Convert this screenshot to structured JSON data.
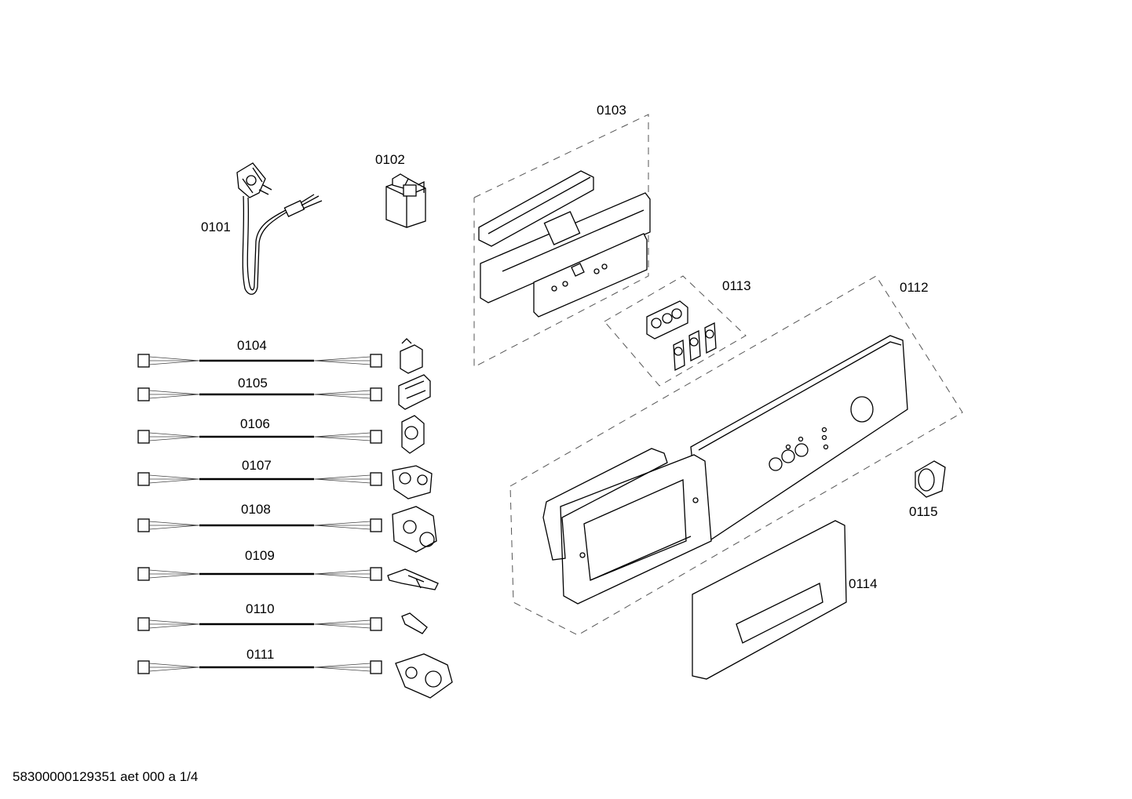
{
  "parts": {
    "p0101": "0101",
    "p0102": "0102",
    "p0103": "0103",
    "p0104": "0104",
    "p0105": "0105",
    "p0106": "0106",
    "p0107": "0107",
    "p0108": "0108",
    "p0109": "0109",
    "p0110": "0110",
    "p0111": "0111",
    "p0112": "0112",
    "p0113": "0113",
    "p0114": "0114",
    "p0115": "0115"
  },
  "footer": "58300000129351 aet 000 a 1/4"
}
